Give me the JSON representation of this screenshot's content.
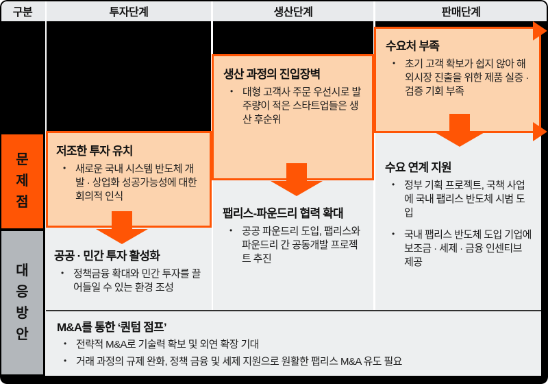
{
  "header": {
    "cols": [
      "구분",
      "투자단계",
      "생산단계",
      "판매단계"
    ]
  },
  "rows": {
    "problem_label": "문제점",
    "solution_label": "대응방안"
  },
  "problems": {
    "invest": {
      "title": "저조한 투자 유치",
      "bullets": [
        "새로운 국내 시스템 반도체 개발 · 상업화 성공가능성에 대한 회의적 인식"
      ]
    },
    "production": {
      "title": "생산 과정의 진입장벽",
      "bullets": [
        "대형 고객사 주문 우선시로 발주량이 적은 스타트업들은 생산 후순위"
      ]
    },
    "sales": {
      "title": "수요처 부족",
      "bullets": [
        "초기 고객 확보가 쉽지 않아 해외시장 진출을 위한 제품 실증 · 검증 기회 부족"
      ]
    }
  },
  "solutions": {
    "invest": {
      "title": "공공 · 민간 투자 활성화",
      "bullets": [
        "정책금융 확대와 민간 투자를 끌어들일 수 있는 환경 조성"
      ]
    },
    "production": {
      "title": "팹리스-파운드리 협력 확대",
      "bullets": [
        "공공 파운드리 도입, 팹리스와 파운드리 간 공동개발 프로젝트 추진"
      ]
    },
    "sales": {
      "title": "수요 연계 지원",
      "bullets": [
        "정부 기획 프로젝트, 국책 사업에 국내 팹리스 반도체 시범 도입",
        "국내 팹리스 반도체 도입 기업에 보조금 · 세제 · 금융 인센티브 제공"
      ]
    }
  },
  "mna": {
    "title": "M&A를 통한 ‘퀀텀 점프’",
    "bullets": [
      "전략적 M&A로 기술력 확보 및 외연 확장 기대",
      "거래 과정의 규제 완화, 정책 금융 및 세제 지원으로 원활한 팹리스 M&A 유도 필요"
    ]
  },
  "colors": {
    "accent_orange": "#ff5505",
    "peach_fill": "#fcd3ae",
    "panel_gray": "#edeff0",
    "label_gray": "#b3b7bb",
    "header_bg": "#e8eaec",
    "redaction_black": "#000000",
    "divider_dark": "#303030"
  }
}
